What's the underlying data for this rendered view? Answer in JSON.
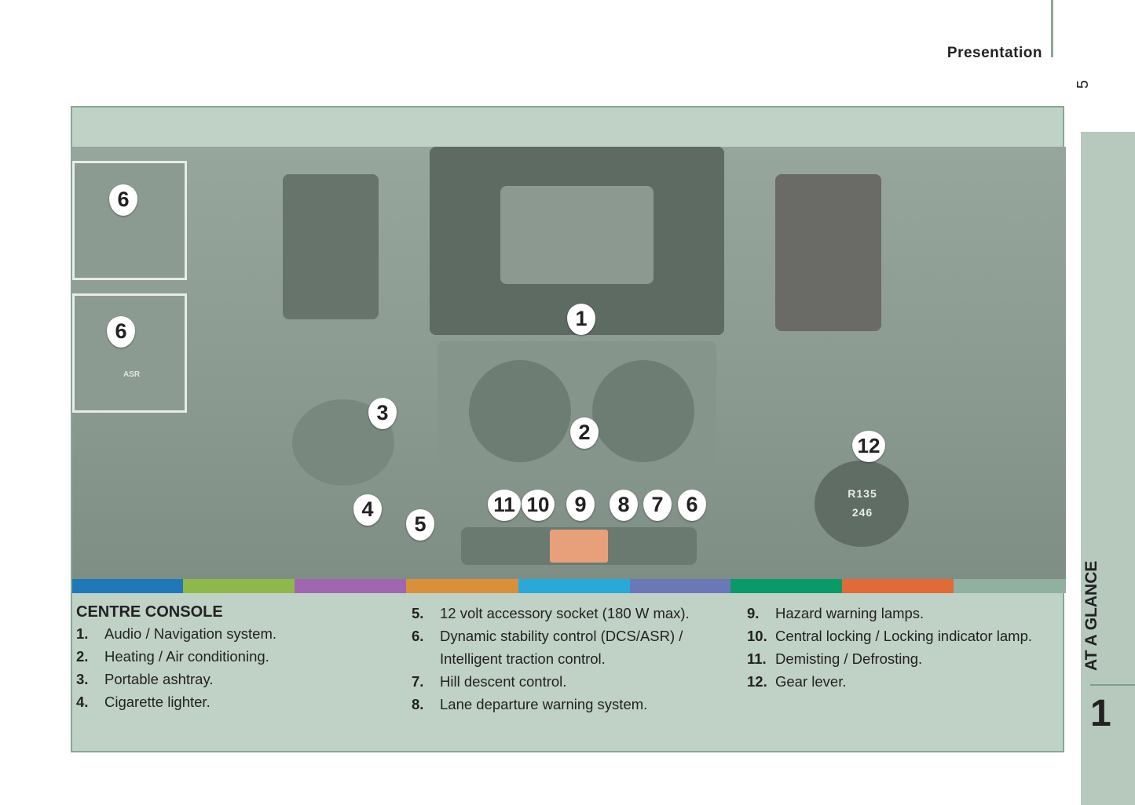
{
  "header": {
    "section": "Presentation",
    "page_number": "5"
  },
  "side_tab": {
    "label": "AT A GLANCE",
    "chapter": "1"
  },
  "illustration": {
    "callouts": [
      "6",
      "6",
      "1",
      "3",
      "2",
      "4",
      "5",
      "11",
      "10",
      "9",
      "8",
      "7",
      "6",
      "12"
    ],
    "gear_knob_text": "R135 246",
    "inset_label": "ASR"
  },
  "color_bar": [
    "#1f78b8",
    "#8fb84a",
    "#a066b0",
    "#d8913a",
    "#2aa8d8",
    "#6a78b8",
    "#0a9a6a",
    "#e06a38",
    "#90b0a0"
  ],
  "legend": {
    "title": "CENTRE CONSOLE",
    "col1": [
      {
        "n": "1.",
        "t": "Audio / Navigation system."
      },
      {
        "n": "2.",
        "t": "Heating / Air conditioning."
      },
      {
        "n": "3.",
        "t": "Portable ashtray."
      },
      {
        "n": "4.",
        "t": "Cigarette lighter."
      }
    ],
    "col2": [
      {
        "n": "5.",
        "t": "12 volt accessory socket (180 W max)."
      },
      {
        "n": "6.",
        "t": "Dynamic stability control (DCS/ASR) / Intelligent traction control."
      },
      {
        "n": "7.",
        "t": "Hill descent control."
      },
      {
        "n": "8.",
        "t": "Lane departure warning system."
      }
    ],
    "col3": [
      {
        "n": "9.",
        "t": "Hazard warning lamps."
      },
      {
        "n": "10.",
        "t": "Central locking / Locking indicator lamp."
      },
      {
        "n": "11.",
        "t": "Demisting / Defrosting."
      },
      {
        "n": "12.",
        "t": "Gear lever."
      }
    ]
  }
}
